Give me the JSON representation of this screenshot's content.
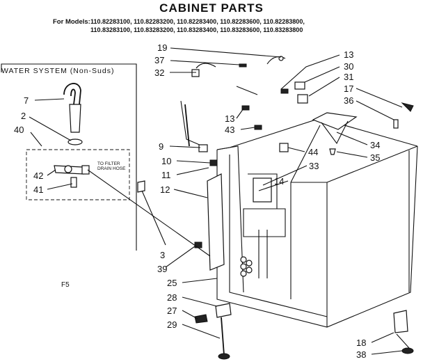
{
  "title": "CABINET PARTS",
  "models_label": "For Models:",
  "models": [
    "110.82283100, 110.82283200, 110.82283400, 110.82283600, 110.82283800,",
    "110.83283100, 110.83283200, 110.83283400, 110.83283600, 110.83283800"
  ],
  "inset_title": "WATER SYSTEM (Non-Suds)",
  "inset_note": "TO FILTER DRAIN HOSE",
  "figure_code": "F5",
  "callouts": {
    "c19": "19",
    "c37": "37",
    "c32": "32",
    "c13a": "13",
    "c30": "30",
    "c31": "31",
    "c17": "17",
    "c36": "36",
    "c13b": "13",
    "c43": "43",
    "c34": "34",
    "c35": "35",
    "c44": "44",
    "c33": "33",
    "c14": "14",
    "c9": "9",
    "c10": "10",
    "c11": "11",
    "c12": "12",
    "c3": "3",
    "c39": "39",
    "c25": "25",
    "c28": "28",
    "c27": "27",
    "c29": "29",
    "c18": "18",
    "c38": "38",
    "c7": "7",
    "c2": "2",
    "c40": "40",
    "c42": "42",
    "c41": "41"
  }
}
